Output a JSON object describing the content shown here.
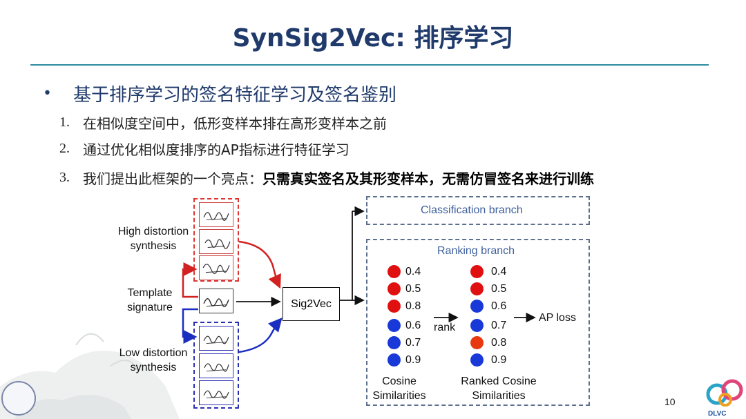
{
  "title": "SynSig2Vec: 排序学习",
  "bullet": "基于排序学习的签名特征学习及签名鉴别",
  "items": [
    {
      "num": "1.",
      "text": "在相似度空间中，低形变样本排在高形变样本之前"
    },
    {
      "num": "2.",
      "text": "通过优化相似度排序的AP指标进行特征学习"
    },
    {
      "num": "3.",
      "text": "我们提出此框架的一个亮点：",
      "bold": "只需真实签名及其形变样本，无需仿冒签名来进行训练"
    }
  ],
  "diagram": {
    "high_label_1": "High distortion",
    "high_label_2": "synthesis",
    "template_label_1": "Template",
    "template_label_2": "signature",
    "low_label_1": "Low distortion",
    "low_label_2": "synthesis",
    "sig2vec": "Sig2Vec",
    "classification": "Classification branch",
    "ranking": "Ranking branch",
    "rank_label": "rank",
    "ap_loss": "AP loss",
    "cos_label_1": "Cosine",
    "cos_label_2": "Similarities",
    "ranked_label_1": "Ranked Cosine",
    "ranked_label_2": "Similarities",
    "left_column": [
      {
        "color": "#e01010",
        "value": "0.4"
      },
      {
        "color": "#e01010",
        "value": "0.5"
      },
      {
        "color": "#e01010",
        "value": "0.8"
      },
      {
        "color": "#1838d8",
        "value": "0.6"
      },
      {
        "color": "#1838d8",
        "value": "0.7"
      },
      {
        "color": "#1838d8",
        "value": "0.9"
      }
    ],
    "right_column": [
      {
        "color": "#e01010",
        "value": "0.4"
      },
      {
        "color": "#e01010",
        "value": "0.5"
      },
      {
        "color": "#1838d8",
        "value": "0.6"
      },
      {
        "color": "#1838d8",
        "value": "0.7"
      },
      {
        "color": "#e8380f",
        "value": "0.8"
      },
      {
        "color": "#1838d8",
        "value": "0.9"
      }
    ],
    "colors": {
      "red_arrow": "#d32020",
      "blue_arrow": "#1a2ec0",
      "panel_text": "#3d5f9c"
    }
  },
  "page_number": "10",
  "logo": "DLVC"
}
